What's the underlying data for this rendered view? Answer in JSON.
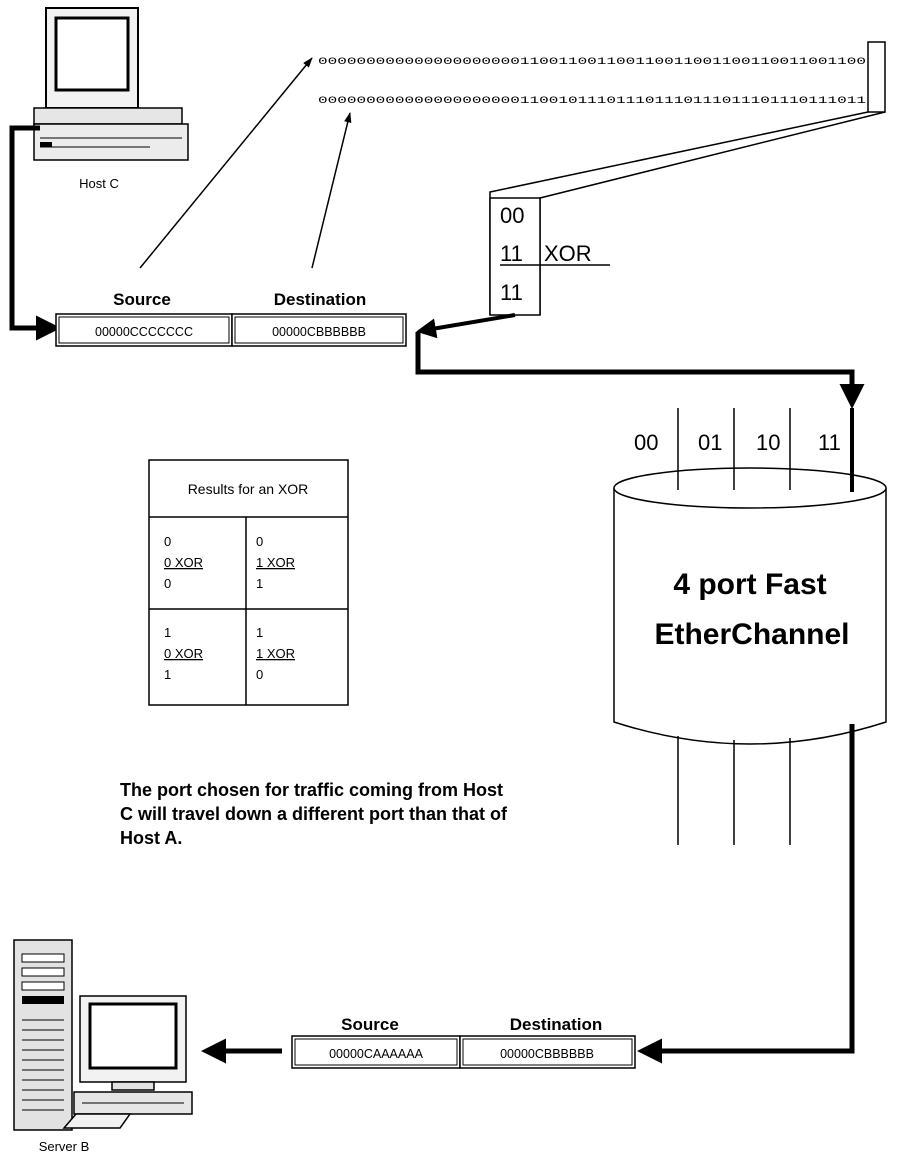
{
  "host_c": {
    "label": "Host C"
  },
  "server_b": {
    "label": "Server B"
  },
  "binary": {
    "line1": "000000000000000000000110011001100110011001100110011001100",
    "line2": "000000000000000000000110010111011101110111011101110111011"
  },
  "xor_stack": {
    "top": "00",
    "middle": "11",
    "op": "XOR",
    "result": "11"
  },
  "top_frame": {
    "source_header": "Source",
    "destination_header": "Destination",
    "source_value": "00000CCCCCCC",
    "destination_value": "00000CBBBBBB"
  },
  "bottom_frame": {
    "source_header": "Source",
    "destination_header": "Destination",
    "source_value": "00000CAAAAAA",
    "destination_value": "00000CBBBBBB"
  },
  "ports": [
    "00",
    "01",
    "10",
    "11"
  ],
  "etherchannel": {
    "line1": "4 port Fast",
    "line2": "EtherChannel"
  },
  "xor_table": {
    "title": "Results for an XOR",
    "cells": [
      {
        "a": "0",
        "b": "0 XOR",
        "r": "0"
      },
      {
        "a": "0",
        "b": "1 XOR",
        "r": "1"
      },
      {
        "a": "1",
        "b": "0 XOR",
        "r": "1"
      },
      {
        "a": "1",
        "b": "1 XOR",
        "r": "0"
      }
    ]
  },
  "note": "The port chosen for traffic coming from Host C will travel down a different port than that of Host A."
}
